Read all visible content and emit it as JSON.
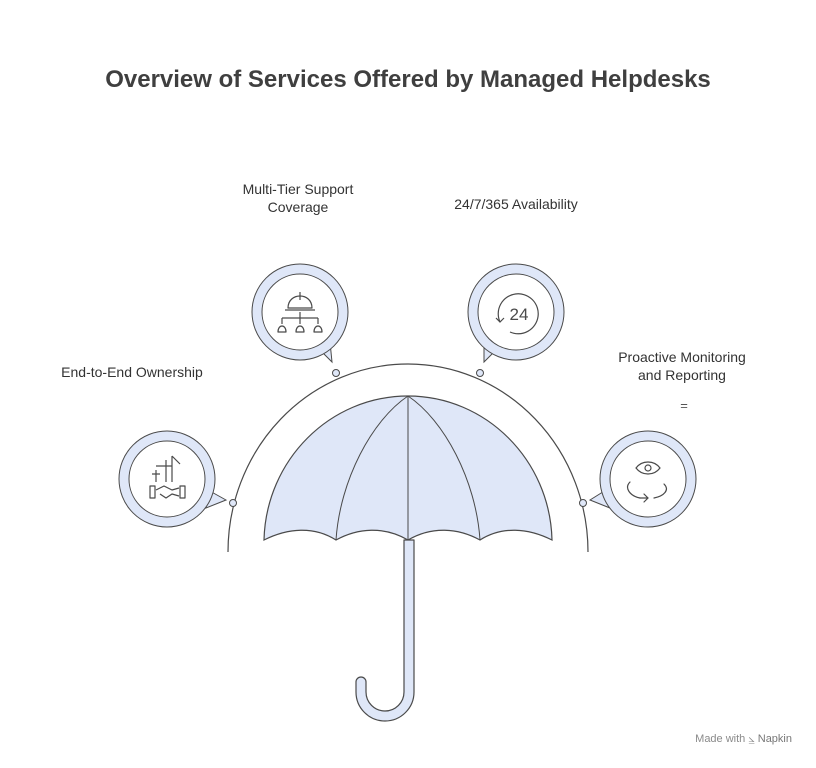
{
  "title": "Overview of Services Offered by Managed Helpdesks",
  "services": [
    {
      "name": "End-to-End Ownership",
      "icon": "handshake-building-icon"
    },
    {
      "name_line1": "Multi-Tier Support",
      "name_line2": "Coverage",
      "icon": "hardhat-hierarchy-icon"
    },
    {
      "name": "24/7/365 Availability",
      "icon": "clock-24-icon",
      "icon_text": "24"
    },
    {
      "name_line1": "Proactive Monitoring",
      "name_line2": "and Reporting",
      "icon": "eye-cycle-icon"
    }
  ],
  "stray_mark": "=",
  "footer": {
    "prefix": "Made with",
    "brand": "Napkin"
  },
  "colors": {
    "fill": "#dfe7f8",
    "stroke": "#4a4a4a",
    "title": "#3f3f3f",
    "footer": "#8a8a8a"
  }
}
